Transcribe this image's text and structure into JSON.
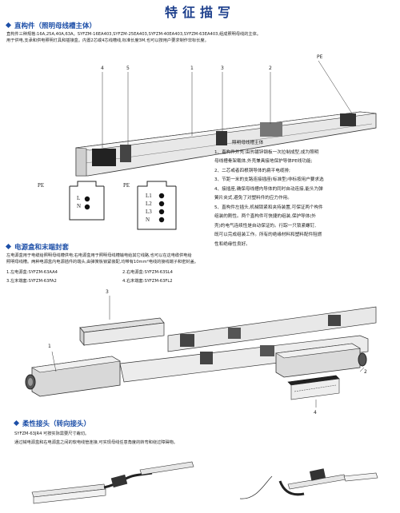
{
  "page": {
    "title": "特征描写"
  },
  "section1": {
    "heading": "直构件（照明母线槽主体）",
    "lines": [
      "直构件三种规格:16A,25A,40A,63A。SYFZM-16EA403,SYFZM-25EA403,SYFZM-40EA403,SYFZM-63EA403,组成照明母线的主体。",
      "用于供电,支承和供电照明灯具和插接盒。内置2芯或4芯线槽线,标准长度3M,也可以按用户要求制作非标长度。"
    ],
    "diagram_labels": [
      "4",
      "5",
      "1",
      "3",
      "2",
      "PE"
    ],
    "spec_items": [
      "照明母线槽主体",
      "1、直构件外壳:由热镀锌钢板一次拉制成型,成为照明",
      "母线槽骨架载体,外壳兼具接地保护导体PE线功能;",
      "2、二芯或者四根铜导体的扁平电缆排;",
      "3、节距一米的支路连接插座(标准型)非标按用户要求选",
      "4、接插座,确保母线槽内导体的同时自动连接,能头为弹",
      "簧片夹式,避免了对塑料件的应力作用。",
      "5、直构件左插头,机械锁紧和夹持装置,可保证两个构件",
      "组装的刚性。两个直构件可快捷的组装,保护导体(外",
      "壳)的电气连续性是自动保证的。行踪一只锁紧螺钉,",
      "既可以完成组装工作。所有的绝缘材料和塑料配件阻燃",
      "性和绝缘性良好。"
    ],
    "pe_left": {
      "pe": "PE",
      "rows": [
        "L",
        "N"
      ]
    },
    "pe_right": {
      "pe": "PE",
      "rows": [
        "L1",
        "L2",
        "L3",
        "N"
      ]
    }
  },
  "section2": {
    "heading": "电源盒和末端封套",
    "lines": [
      "左电源盒用于电缆给照明母线槽供电;右电源盒用于照明母线槽输电给其它线路,也可以在这电缆供电给",
      "照明母线槽。两种电源盒内电源插件的端头,由弹簧板锁紧装配,均带有10mm²电线的接线端子和密封盖。"
    ],
    "items": [
      [
        "1.左电源盒:SYFZM-63AA4",
        "2.右电源盒:SYFZM-63SL4"
      ],
      [
        "3.左末端套:SYFZM-63FA2",
        "4.右末端套:SYFZM-63FL2"
      ]
    ],
    "diagram_labels": [
      "3",
      "1",
      "2",
      "4"
    ]
  },
  "section3": {
    "heading": "柔性接头（转向接头）",
    "lines": [
      "SYFZM-63JR4 可按实际需要尺寸裁切。",
      "通过械电源盒和右电源盒之间的软电线管连接,可实现母线任意角度的转弯和绕过障碍物。"
    ]
  }
}
